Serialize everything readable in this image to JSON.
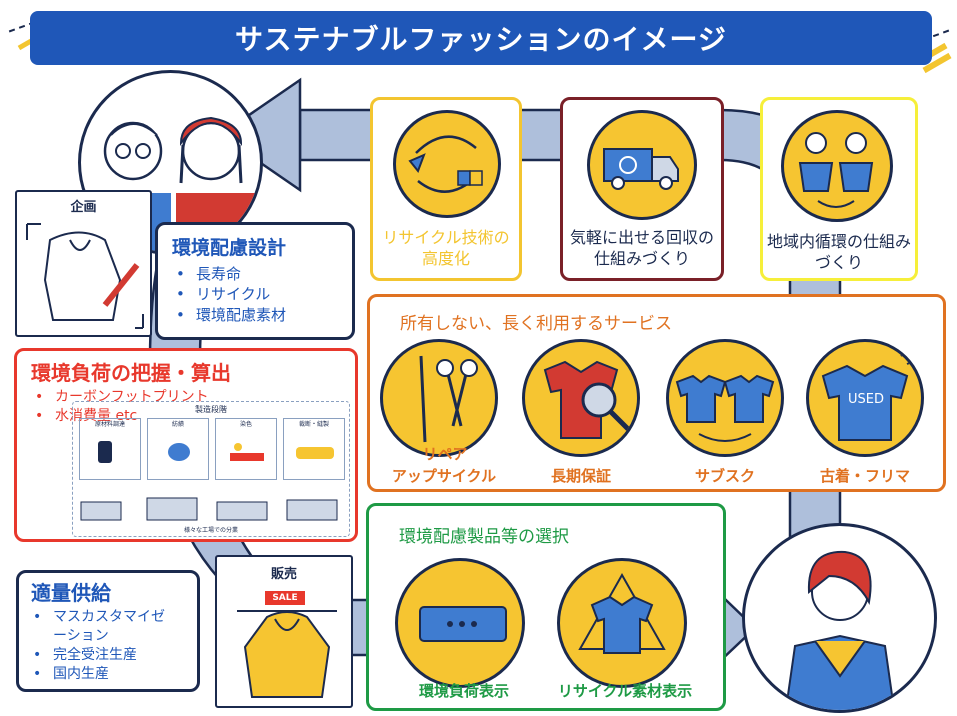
{
  "title": "サステナブルファッションのイメージ",
  "colors": {
    "primary_blue": "#1f57b8",
    "yellow": "#f6c531",
    "navy": "#1b2a4e",
    "red": "#e8382c",
    "orange": "#e07221",
    "green": "#1e9a45",
    "dark_red": "#7a2028",
    "arrow_blue": "#aebfdb"
  },
  "planning": {
    "card_label": "企画",
    "box_title": "環境配慮設計",
    "items": [
      "長寿命",
      "リサイクル",
      "環境配慮素材"
    ]
  },
  "impact": {
    "box_title": "環境負荷の把握・算出",
    "items": [
      "カーボンフットプリント",
      "水消費量 etc"
    ],
    "diagram_title": "製造段階",
    "stages": [
      "原材料調達",
      "紡績",
      "染色",
      "裁断・縫製"
    ],
    "diagram_footer": "様々な工場での分業"
  },
  "supply": {
    "card_label": "販売",
    "sale_tag": "SALE",
    "box_title": "適量供給",
    "items": [
      "マスカスタマイゼーション",
      "完全受注生産",
      "国内生産"
    ]
  },
  "top_row": [
    {
      "label": "リサイクル技術の高度化",
      "icon": "recycle-loop-icon"
    },
    {
      "label": "気軽に出せる回収の仕組みづくり",
      "icon": "collection-truck-icon"
    },
    {
      "label": "地域内循環の仕組みづくり",
      "icon": "local-exchange-icon"
    }
  ],
  "services": {
    "title": "所有しない、長く利用するサービス",
    "items": [
      {
        "label": "リペア",
        "label2": "アップサイクル",
        "icon": "needle-scissors-icon"
      },
      {
        "label": "長期保証",
        "icon": "magnifier-shirt-icon"
      },
      {
        "label": "サブスク",
        "icon": "shared-shirts-icon"
      },
      {
        "label": "古着・フリマ",
        "icon": "used-shirt-icon"
      }
    ],
    "used_text": "USED"
  },
  "selection": {
    "title": "環境配慮製品等の選択",
    "items": [
      {
        "label": "環境負荷表示",
        "icon": "eco-tag-icon"
      },
      {
        "label": "リサイクル素材表示",
        "icon": "recycled-shirt-icon"
      }
    ]
  }
}
